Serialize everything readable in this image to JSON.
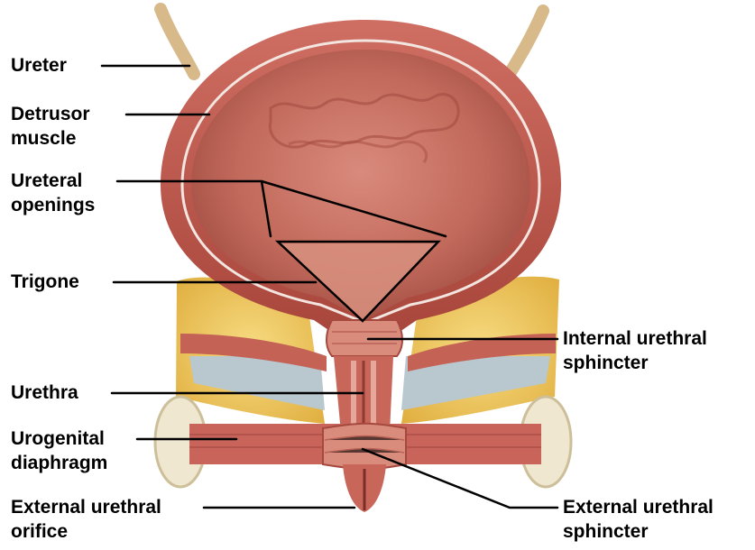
{
  "labels": {
    "ureter": [
      "Ureter"
    ],
    "detrusor": [
      "Detrusor",
      "muscle"
    ],
    "ureteral_openings": [
      "Ureteral",
      "openings"
    ],
    "trigone": [
      "Trigone"
    ],
    "urethra": [
      "Urethra"
    ],
    "urogenital": [
      "Urogenital",
      "diaphragm"
    ],
    "ext_orifice": [
      "External urethral",
      "orifice"
    ],
    "internal_sphincter": [
      "Internal urethral",
      "sphincter"
    ],
    "external_sphincter": [
      "External urethral",
      "sphincter"
    ]
  },
  "colors": {
    "muscle": "#c8645a",
    "muscle_dark": "#8f3a33",
    "lining": "#d9877a",
    "interior": "#b8574c",
    "fat": "#f0cf6a",
    "fat_dark": "#d9a93a",
    "ligament": "#b9c7cf",
    "ureter": "#d8b98a",
    "bone": "#efe7cf",
    "leader": "#000000"
  }
}
